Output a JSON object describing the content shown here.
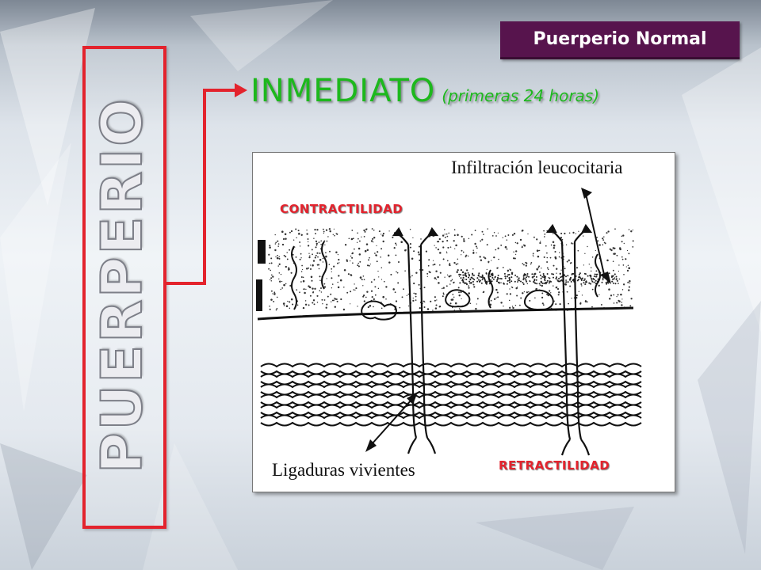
{
  "slide": {
    "badge": "Puerperio Normal",
    "vertical_title": "PUERPERIO",
    "heading": {
      "main": "INMEDIATO",
      "sub": "(primeras 24 horas)"
    }
  },
  "diagram": {
    "label_top": "Infiltración leucocitaria",
    "label_bottom": "Ligaduras vivientes",
    "label_contract": "CONTRACTILIDAD",
    "label_retract": "RETRACTILIDAD"
  },
  "colors": {
    "badge_bg": "#57144d",
    "frame_red": "#e3232d",
    "heading_green": "#1db81d",
    "label_red": "#e3232d"
  }
}
